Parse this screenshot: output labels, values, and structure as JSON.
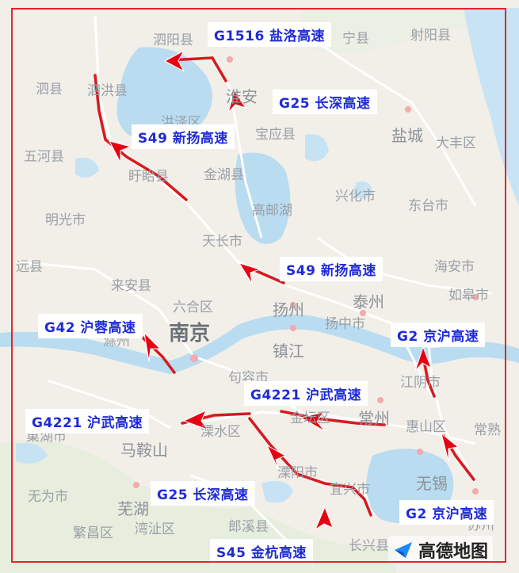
{
  "colors": {
    "land": "#f2efe9",
    "water": "#b9dcf1",
    "green": "#e1eed8",
    "road": "#ffffff",
    "congestion": "#d71920",
    "arrow": "#e60012",
    "frame": "#e8232a",
    "highway_label": "#1f2bd6"
  },
  "places": [
    {
      "key": "siyang",
      "name": "泗阳县"
    },
    {
      "key": "suining",
      "name": "宁县"
    },
    {
      "key": "sheyang",
      "name": "射阳县"
    },
    {
      "key": "sixian",
      "name": "泗县"
    },
    {
      "key": "sihong",
      "name": "泗洪县"
    },
    {
      "key": "huaian",
      "name": "淮安"
    },
    {
      "key": "hongze",
      "name": "洪泽区"
    },
    {
      "key": "baoying",
      "name": "宝应县"
    },
    {
      "key": "yancheng",
      "name": "盐城"
    },
    {
      "key": "dafeng",
      "name": "大丰区"
    },
    {
      "key": "wuhe",
      "name": "五河县"
    },
    {
      "key": "xuyi",
      "name": "盱眙县"
    },
    {
      "key": "jinhu",
      "name": "金湖县"
    },
    {
      "key": "xinghua",
      "name": "兴化市"
    },
    {
      "key": "dongtai",
      "name": "东台市"
    },
    {
      "key": "mingguang",
      "name": "明光市"
    },
    {
      "key": "gaoyouhu",
      "name": "高邮湖"
    },
    {
      "key": "tianchang",
      "name": "天长市"
    },
    {
      "key": "dingyuan",
      "name": "远县"
    },
    {
      "key": "haian",
      "name": "海安市"
    },
    {
      "key": "laian",
      "name": "来安县"
    },
    {
      "key": "liuhe",
      "name": "六合区"
    },
    {
      "key": "yangzhou",
      "name": "扬州"
    },
    {
      "key": "taizhou",
      "name": "泰州"
    },
    {
      "key": "rugao",
      "name": "如皋市"
    },
    {
      "key": "nanjing",
      "name": "南京"
    },
    {
      "key": "yangzhong",
      "name": "扬中市"
    },
    {
      "key": "chuzhou",
      "name": "滁州"
    },
    {
      "key": "zhenjiang",
      "name": "镇江"
    },
    {
      "key": "jurong",
      "name": "句容市"
    },
    {
      "key": "jiangyin",
      "name": "江阴市"
    },
    {
      "key": "chaohu",
      "name": "巢湖市"
    },
    {
      "key": "jintan",
      "name": "金坛区"
    },
    {
      "key": "changzhou",
      "name": "常州"
    },
    {
      "key": "huishan",
      "name": "惠山区"
    },
    {
      "key": "changshu",
      "name": "常熟"
    },
    {
      "key": "lishui",
      "name": "溧水区"
    },
    {
      "key": "maanshan",
      "name": "马鞍山"
    },
    {
      "key": "liyang",
      "name": "溧阳市"
    },
    {
      "key": "yixing",
      "name": "宜兴市"
    },
    {
      "key": "wuxi",
      "name": "无锡"
    },
    {
      "key": "wuwei",
      "name": "无为市"
    },
    {
      "key": "wuhu",
      "name": "芜湖"
    },
    {
      "key": "fanchang",
      "name": "繁昌区"
    },
    {
      "key": "wanzhi",
      "name": "湾沚区"
    },
    {
      "key": "langxi",
      "name": "郎溪县"
    },
    {
      "key": "changxing",
      "name": "长兴县"
    },
    {
      "key": "suzhou",
      "name": "苏州"
    }
  ],
  "highways": {
    "g1516": "G1516 盐洛高速",
    "g25_north": "G25 长深高速",
    "s49_west": "S49 新扬高速",
    "s49_mid": "S49 新扬高速",
    "g42": "G42  沪蓉高速",
    "g2_north": "G2 京沪高速",
    "g4221_east": "G4221  沪武高速",
    "g4221_west": "G4221  沪武高速",
    "g25_south": "G25  长深高速",
    "g2_south": "G2 京沪高速",
    "s45": "S45 金杭高速"
  },
  "logo": {
    "text": "高德地图",
    "icon": "navigation-arrow-icon"
  }
}
